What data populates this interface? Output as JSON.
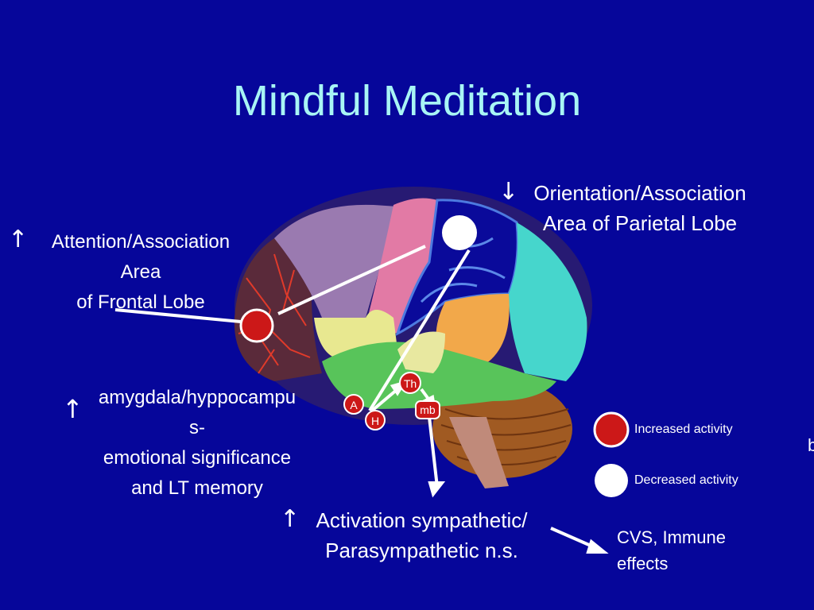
{
  "slide": {
    "title": "Mindful Meditation"
  },
  "labels": {
    "orientation": [
      "Orientation/Association",
      "Area of Parietal Lobe"
    ],
    "attention": [
      "Attention/Association",
      "Area",
      "of Frontal Lobe"
    ],
    "amygdala": [
      "amygdala/hyppocampu",
      "s-",
      "emotional significance",
      "and LT memory"
    ],
    "activation": [
      "Activation sympathetic/",
      "Parasympathetic n.s."
    ],
    "cvs": [
      "CVS, Immune",
      "effects"
    ],
    "edge_fragment": "b"
  },
  "markers": {
    "thalamus": "Th",
    "amygdala": "A",
    "hippocampus": "H",
    "midbrain": "mb"
  },
  "arrows": {
    "increase": "↑",
    "decrease": "↓"
  },
  "legend": {
    "increased": "Increased activity",
    "decreased": "Decreased activity"
  },
  "colors": {
    "background": "#06069a",
    "title": "#a8f5f5",
    "increased": "#cc1818",
    "decreased": "#ffffff"
  }
}
